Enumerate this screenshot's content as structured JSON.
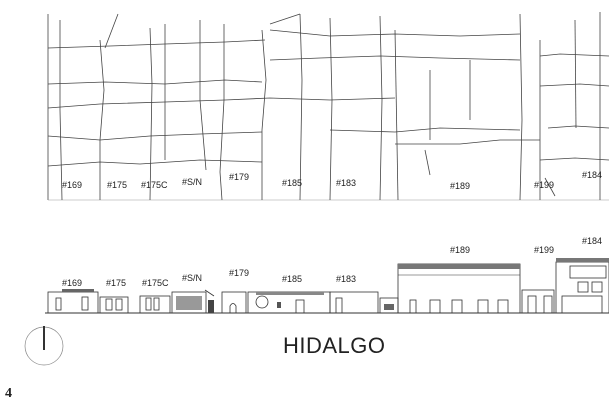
{
  "plan_labels": [
    "#169",
    "#175",
    "#175C",
    "#S/N",
    "#179",
    "#185",
    "#183",
    "#189",
    "#199",
    "#184"
  ],
  "elevation_labels": [
    "#169",
    "#175",
    "#175C",
    "#S/N",
    "#179",
    "#185",
    "#183",
    "#189",
    "#199",
    "#184"
  ],
  "street_name": "HIDALGO",
  "page_number": "4",
  "colors": {
    "line": "#333333",
    "thin": "#777777",
    "hatch": "#666666"
  },
  "icons": {
    "north_arrow": "north-arrow-icon"
  }
}
